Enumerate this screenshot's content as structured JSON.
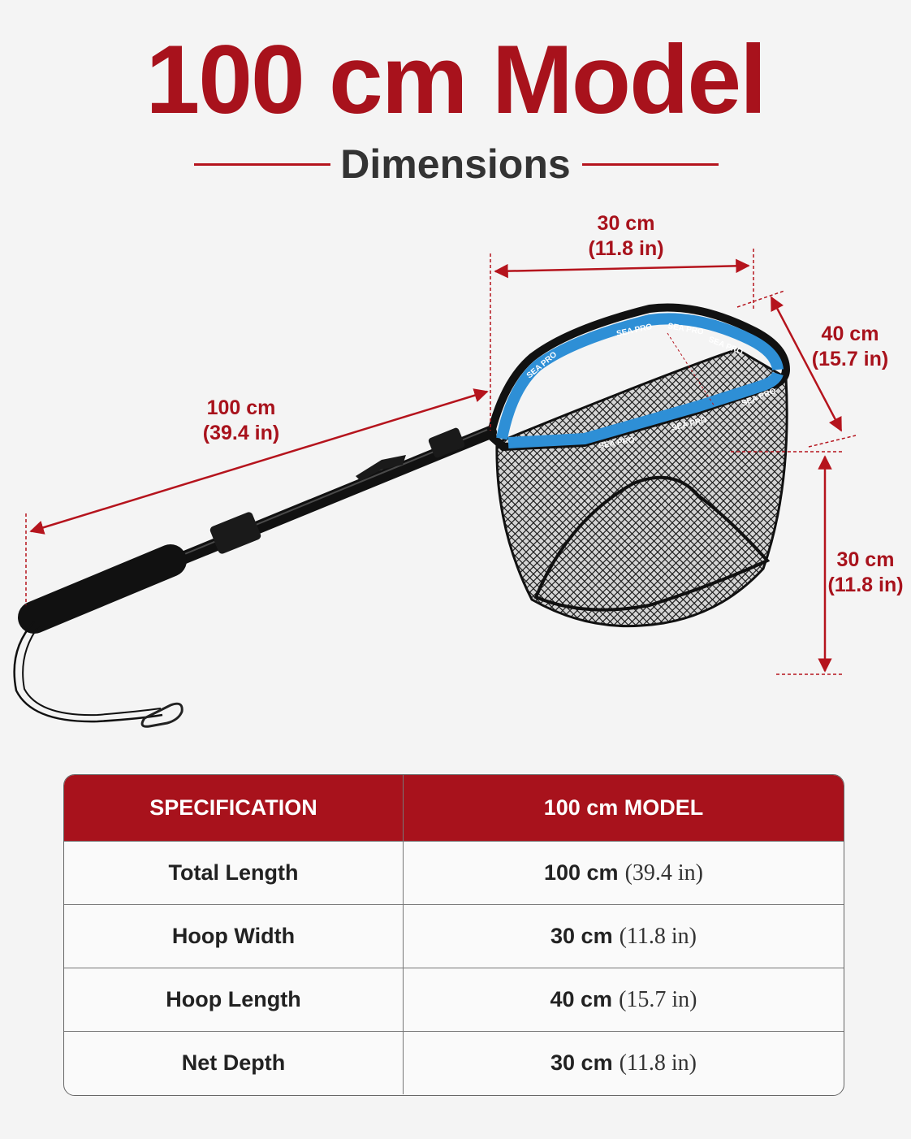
{
  "header": {
    "title": "100 cm Model",
    "subtitle": "Dimensions"
  },
  "dimensions": {
    "total_length": {
      "cm": "100 cm",
      "inch": "(39.4 in)"
    },
    "hoop_width": {
      "cm": "30 cm",
      "inch": "(11.8 in)"
    },
    "hoop_length": {
      "cm": "40 cm",
      "inch": "(15.7 in)"
    },
    "net_depth": {
      "cm": "30 cm",
      "inch": "(11.8 in)"
    }
  },
  "product": {
    "brand_print": "SEA PRO"
  },
  "table": {
    "headers": [
      "SPECIFICATION",
      "100 cm MODEL"
    ],
    "rows": [
      {
        "label": "Total Length",
        "cm": "100 cm",
        "inch": "(39.4 in)"
      },
      {
        "label": "Hoop Width",
        "cm": "30 cm",
        "inch": "(11.8 in)"
      },
      {
        "label": "Hoop Length",
        "cm": "40 cm",
        "inch": "(15.7 in)"
      },
      {
        "label": "Net Depth",
        "cm": "30 cm",
        "inch": "(11.8 in)"
      }
    ]
  },
  "colors": {
    "accent": "#a8121c",
    "dimension_line": "#b5141d",
    "band": "#2e8fd6"
  }
}
